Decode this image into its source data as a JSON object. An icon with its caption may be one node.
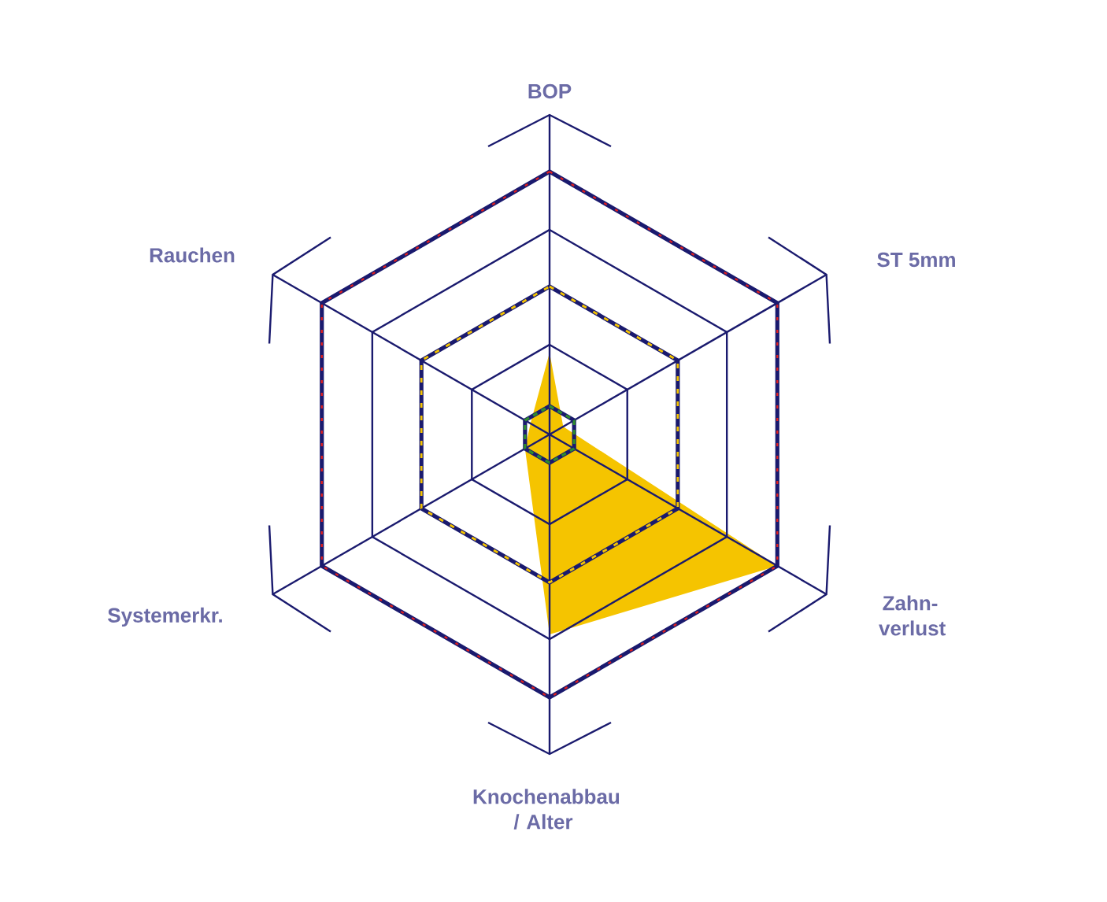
{
  "diagram": {
    "labels": [
      "BOP",
      "ST 5mm",
      "Rauchen",
      "Zahn- verlust",
      "Systemerkr.",
      "Knochenabbau / Alter"
    ]
  }
}
